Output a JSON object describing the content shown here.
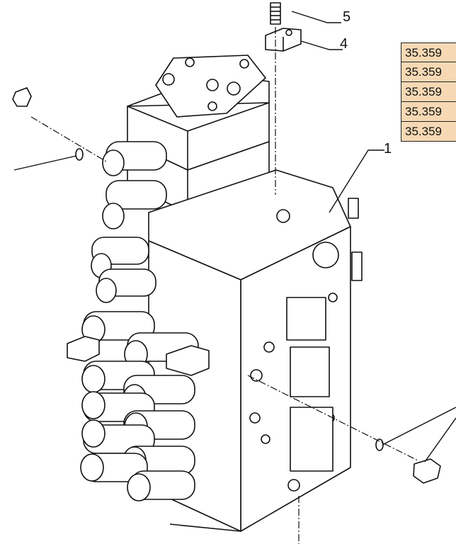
{
  "callouts": {
    "c1": "1",
    "c4": "4",
    "c5": "5"
  },
  "reference_links": [
    {
      "label": "35.359"
    },
    {
      "label": "35.359"
    },
    {
      "label": "35.359"
    },
    {
      "label": "35.359"
    },
    {
      "label": "35.359"
    }
  ],
  "colors": {
    "link_bg": "#f6d9b4",
    "line": "#111111",
    "body": "#ffffff"
  }
}
